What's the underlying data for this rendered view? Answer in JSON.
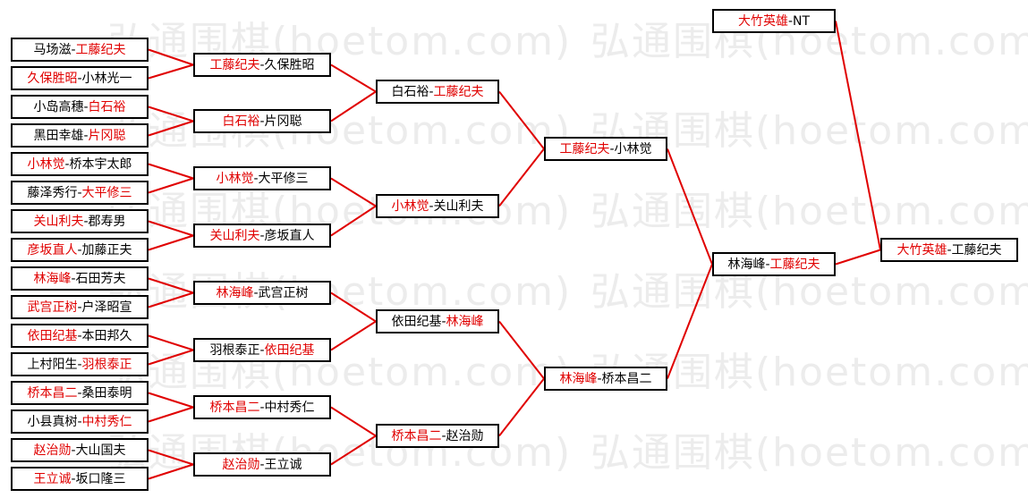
{
  "watermark": "弘通围棋(hoetom.com)",
  "colors": {
    "winner": "#e00000",
    "line": "#e00000",
    "border": "#000000"
  },
  "matches": [
    {
      "id": "r1m1",
      "left": "马场滋",
      "right": "工藤纪夫",
      "winner": "right"
    },
    {
      "id": "r1m2",
      "left": "久保胜昭",
      "right": "小林光一",
      "winner": "left"
    },
    {
      "id": "r1m3",
      "left": "小岛高穗",
      "right": "白石裕",
      "winner": "right"
    },
    {
      "id": "r1m4",
      "left": "黑田幸雄",
      "right": "片冈聪",
      "winner": "right"
    },
    {
      "id": "r1m5",
      "left": "小林觉",
      "right": "桥本宇太郎",
      "winner": "left"
    },
    {
      "id": "r1m6",
      "left": "藤泽秀行",
      "right": "大平修三",
      "winner": "right"
    },
    {
      "id": "r1m7",
      "left": "关山利夫",
      "right": "郡寿男",
      "winner": "left"
    },
    {
      "id": "r1m8",
      "left": "彦坂直人",
      "right": "加藤正夫",
      "winner": "left"
    },
    {
      "id": "r1m9",
      "left": "林海峰",
      "right": "石田芳夫",
      "winner": "left"
    },
    {
      "id": "r1m10",
      "left": "武宫正树",
      "right": "户泽昭宣",
      "winner": "left"
    },
    {
      "id": "r1m11",
      "left": "依田纪基",
      "right": "本田邦久",
      "winner": "left"
    },
    {
      "id": "r1m12",
      "left": "上村阳生",
      "right": "羽根泰正",
      "winner": "right"
    },
    {
      "id": "r1m13",
      "left": "桥本昌二",
      "right": "桑田泰明",
      "winner": "left"
    },
    {
      "id": "r1m14",
      "left": "小县真树",
      "right": "中村秀仁",
      "winner": "right"
    },
    {
      "id": "r1m15",
      "left": "赵治勋",
      "right": "大山国夫",
      "winner": "left"
    },
    {
      "id": "r1m16",
      "left": "王立诚",
      "right": "坂口隆三",
      "winner": "left"
    },
    {
      "id": "r2m1",
      "left": "工藤纪夫",
      "right": "久保胜昭",
      "winner": "left"
    },
    {
      "id": "r2m2",
      "left": "白石裕",
      "right": "片冈聪",
      "winner": "left"
    },
    {
      "id": "r2m3",
      "left": "小林觉",
      "right": "大平修三",
      "winner": "left"
    },
    {
      "id": "r2m4",
      "left": "关山利夫",
      "right": "彦坂直人",
      "winner": "left"
    },
    {
      "id": "r2m5",
      "left": "林海峰",
      "right": "武宫正树",
      "winner": "left"
    },
    {
      "id": "r2m6",
      "left": "羽根泰正",
      "right": "依田纪基",
      "winner": "right"
    },
    {
      "id": "r2m7",
      "left": "桥本昌二",
      "right": "中村秀仁",
      "winner": "left"
    },
    {
      "id": "r2m8",
      "left": "赵治勋",
      "right": "王立诚",
      "winner": "left"
    },
    {
      "id": "r3m1",
      "left": "白石裕",
      "right": "工藤纪夫",
      "winner": "right"
    },
    {
      "id": "r3m2",
      "left": "小林觉",
      "right": "关山利夫",
      "winner": "left"
    },
    {
      "id": "r3m3",
      "left": "依田纪基",
      "right": "林海峰",
      "winner": "right"
    },
    {
      "id": "r3m4",
      "left": "桥本昌二",
      "right": "赵治勋",
      "winner": "left"
    },
    {
      "id": "r4m1",
      "left": "工藤纪夫",
      "right": "小林觉",
      "winner": "left"
    },
    {
      "id": "r4m2",
      "left": "林海峰",
      "right": "桥本昌二",
      "winner": "left"
    },
    {
      "id": "r5m1",
      "left": "林海峰",
      "right": "工藤纪夫",
      "winner": "right"
    },
    {
      "id": "final",
      "left": "大竹英雄",
      "right": "工藤纪夫",
      "winner": "left"
    },
    {
      "id": "champ",
      "left": "大竹英雄",
      "right": "NT",
      "winner": "left"
    }
  ]
}
